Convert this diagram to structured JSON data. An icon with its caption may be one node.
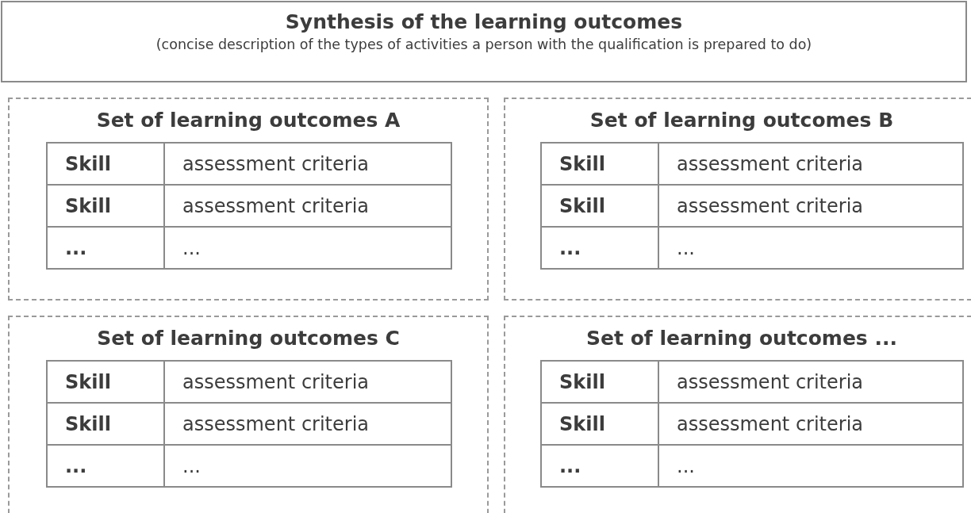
{
  "diagram": {
    "nodes": [
      {
        "text": [
          "Synthesis of the learning outcomes",
          "(concise description of the types of activities a person with the qualification is prepared to do)"
        ]
      },
      {
        "text": [
          "Set of learning outcomes A"
        ]
      },
      {
        "text": [
          "Skill"
        ],
        "in": 1
      },
      {
        "text": [
          "assessment criteria"
        ],
        "in": 1
      },
      {
        "text": [
          "Skill"
        ],
        "in": 1
      },
      {
        "text": [
          "assessment criteria"
        ],
        "in": 1
      },
      {
        "text": [
          "..."
        ],
        "in": 1
      },
      {
        "text": [
          "..."
        ],
        "in": 1
      },
      {
        "text": [
          "Set of learning outcomes B"
        ]
      },
      {
        "text": [
          "Skill"
        ],
        "in": 8
      },
      {
        "text": [
          "assessment criteria"
        ],
        "in": 8
      },
      {
        "text": [
          "Skill"
        ],
        "in": 8
      },
      {
        "text": [
          "assessment criteria"
        ],
        "in": 8
      },
      {
        "text": [
          "..."
        ],
        "in": 8
      },
      {
        "text": [
          "..."
        ],
        "in": 8
      },
      {
        "text": [
          "Set of learning outcomes C"
        ]
      },
      {
        "text": [
          "Skill"
        ],
        "in": 15
      },
      {
        "text": [
          "assessment criteria"
        ],
        "in": 15
      },
      {
        "text": [
          "Skill"
        ],
        "in": 15
      },
      {
        "text": [
          "assessment criteria"
        ],
        "in": 15
      },
      {
        "text": [
          "..."
        ],
        "in": 15
      },
      {
        "text": [
          "..."
        ],
        "in": 15
      },
      {
        "text": [
          "Set of learning outcomes ..."
        ]
      },
      {
        "text": [
          "Skill"
        ],
        "in": 22
      },
      {
        "text": [
          "assessment criteria"
        ],
        "in": 22
      },
      {
        "text": [
          "Skill"
        ],
        "in": 22
      },
      {
        "text": [
          "assessment criteria"
        ],
        "in": 22
      },
      {
        "text": [
          "..."
        ],
        "in": 22
      },
      {
        "text": [
          "..."
        ],
        "in": 22
      }
    ]
  }
}
